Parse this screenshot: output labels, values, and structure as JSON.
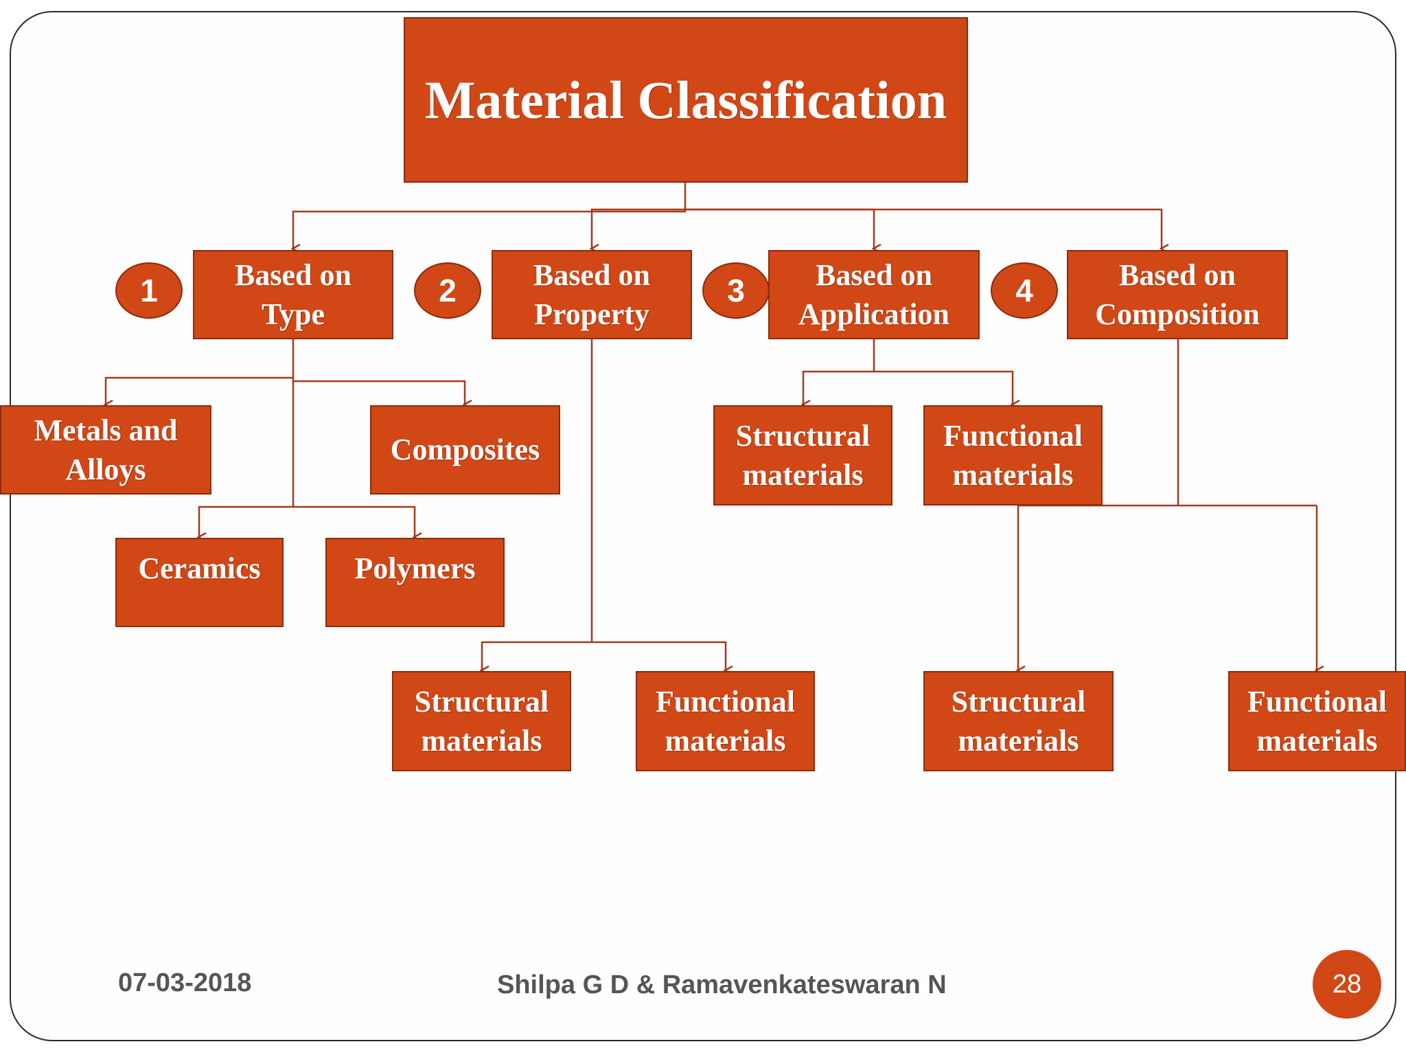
{
  "title": "Material Classification",
  "categories": [
    {
      "number": "1",
      "label_line1": "Based on",
      "label_line2": "Type"
    },
    {
      "number": "2",
      "label_line1": "Based on",
      "label_line2": "Property"
    },
    {
      "number": "3",
      "label_line1": "Based on",
      "label_line2": "Application"
    },
    {
      "number": "4",
      "label_line1": "Based on",
      "label_line2": "Composition"
    }
  ],
  "type_children": {
    "metals_line1": "Metals and",
    "metals_line2": "Alloys",
    "composites": "Composites",
    "ceramics": "Ceramics",
    "polymers": "Polymers"
  },
  "property_children": {
    "structural_line1": "Structural",
    "structural_line2": "materials",
    "functional_line1": "Functional",
    "functional_line2": "materials"
  },
  "application_children": {
    "structural_line1": "Structural",
    "structural_line2": "materials",
    "functional_line1": "Functional",
    "functional_line2": "materials"
  },
  "composition_children": {
    "structural_line1": "Structural",
    "structural_line2": "materials",
    "functional_line1": "Functional",
    "functional_line2": "materials"
  },
  "footer": {
    "date": "07-03-2018",
    "authors": "Shilpa G D & Ramavenkateswaran N",
    "page_number": "28"
  },
  "colors": {
    "box_fill": "#d24716",
    "box_border": "#8c2b0c",
    "connector": "#a8371a",
    "footer_text": "#555555"
  }
}
